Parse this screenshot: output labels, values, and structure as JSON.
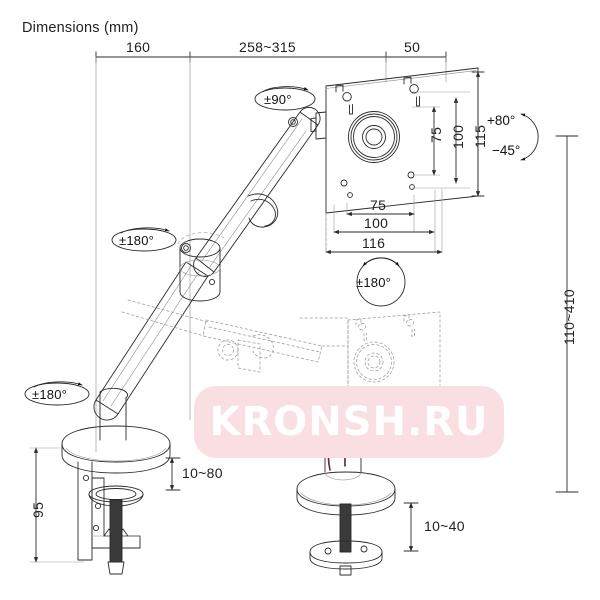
{
  "drawing": {
    "title": "Dimensions (mm)",
    "units": "mm",
    "type": "monitor-arm-technical-dimension-drawing"
  },
  "top_dimensions": [
    {
      "label": "160",
      "name": "dim-160"
    },
    {
      "label": "258~315",
      "name": "dim-258-315"
    },
    {
      "label": "50",
      "name": "dim-50"
    }
  ],
  "vesa_vertical": [
    {
      "label": "75",
      "name": "dim-vesa-v-75"
    },
    {
      "label": "100",
      "name": "dim-vesa-v-100"
    },
    {
      "label": "115",
      "name": "dim-vesa-v-115"
    }
  ],
  "vesa_horizontal": [
    {
      "label": "75",
      "name": "dim-vesa-h-75"
    },
    {
      "label": "100",
      "name": "dim-vesa-h-100"
    },
    {
      "label": "116",
      "name": "dim-vesa-h-116"
    }
  ],
  "height_range": {
    "label": "110~410",
    "name": "dim-height-range"
  },
  "clamp": {
    "post_height": "95",
    "clamp_range": "10~80",
    "grommet_range": "10~40"
  },
  "rotations": {
    "head_swivel": "±90°",
    "elbow": "±180°",
    "base": "±180°",
    "vesa_rotation": "±180°"
  },
  "tilt": {
    "up": "+80°",
    "down": "−45°"
  },
  "watermark": {
    "text": "KRONSH.RU",
    "bg_color": "#f9dfe2",
    "text_color": "#ffffff"
  },
  "colors": {
    "line": "#2b2b2b",
    "light_line": "#7a7a7a",
    "background": "#ffffff"
  }
}
